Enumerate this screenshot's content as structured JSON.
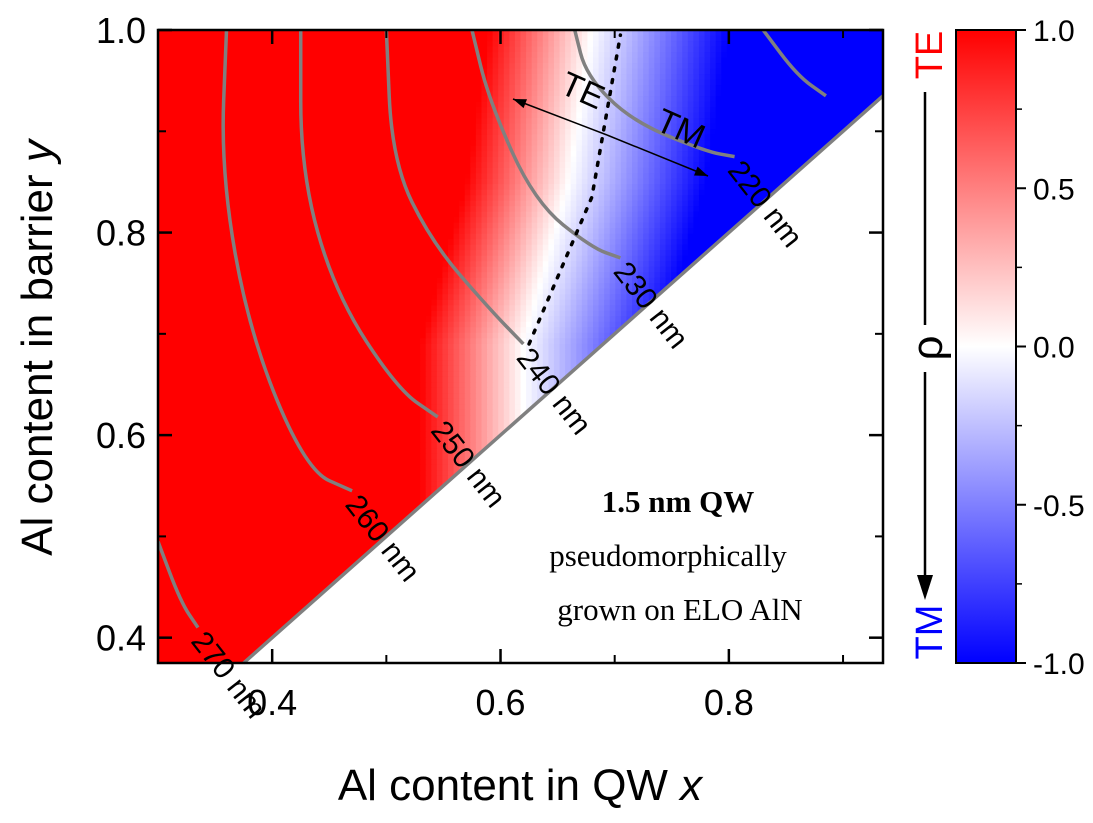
{
  "chart_data": {
    "type": "heatmap",
    "xlabel_main": "Al content in QW ",
    "xlabel_var": "x",
    "ylabel_main": "Al content in barrier ",
    "ylabel_var": "y",
    "xlim": [
      0.3,
      0.935
    ],
    "ylim": [
      0.375,
      1.0
    ],
    "xticks": [
      0.4,
      0.6,
      0.8
    ],
    "yticks": [
      0.4,
      0.6,
      0.8,
      1.0
    ],
    "xtick_labels": [
      "0.4",
      "0.6",
      "0.8"
    ],
    "ytick_labels": [
      "0.4",
      "0.6",
      "0.8",
      "1.0"
    ],
    "valid_region": "y >= x",
    "colorbar": {
      "label": "ρ",
      "top_label": "TE",
      "bottom_label": "TM",
      "range": [
        -1.0,
        1.0
      ],
      "ticks": [
        1.0,
        0.5,
        0.0,
        -0.5,
        -1.0
      ],
      "tick_labels": [
        "1.0",
        "0.5",
        "0.0",
        "-0.5",
        "-1.0"
      ],
      "colors": {
        "max": "#ff0000",
        "mid": "#ffffff",
        "min": "#0000ff"
      }
    },
    "rho_field": {
      "description_points": [
        {
          "x": 0.62,
          "y": 0.69,
          "rho": 0.0
        },
        {
          "x": 0.66,
          "y": 0.85,
          "rho": 0.0
        },
        {
          "x": 0.68,
          "y": 1.0,
          "rho": 0.0
        }
      ]
    },
    "contours": [
      {
        "label": "270 nm",
        "points": [
          [
            0.3,
            0.495
          ],
          [
            0.32,
            0.435
          ],
          [
            0.335,
            0.41
          ]
        ]
      },
      {
        "label": "260 nm",
        "points": [
          [
            0.36,
            1.0
          ],
          [
            0.355,
            0.86
          ],
          [
            0.38,
            0.7
          ],
          [
            0.43,
            0.565
          ],
          [
            0.47,
            0.545
          ]
        ]
      },
      {
        "label": "250 nm",
        "points": [
          [
            0.425,
            1.0
          ],
          [
            0.425,
            0.86
          ],
          [
            0.455,
            0.74
          ],
          [
            0.51,
            0.645
          ],
          [
            0.545,
            0.618
          ]
        ]
      },
      {
        "label": "240 nm",
        "points": [
          [
            0.5,
            1.0
          ],
          [
            0.505,
            0.87
          ],
          [
            0.54,
            0.79
          ],
          [
            0.59,
            0.725
          ],
          [
            0.62,
            0.69
          ]
        ]
      },
      {
        "label": "230 nm",
        "points": [
          [
            0.575,
            1.0
          ],
          [
            0.59,
            0.93
          ],
          [
            0.63,
            0.83
          ],
          [
            0.68,
            0.785
          ],
          [
            0.705,
            0.775
          ]
        ]
      },
      {
        "label": "220 nm",
        "points": [
          [
            0.665,
            1.0
          ],
          [
            0.675,
            0.955
          ],
          [
            0.715,
            0.91
          ],
          [
            0.78,
            0.88
          ],
          [
            0.805,
            0.875
          ]
        ]
      },
      {
        "label": "",
        "points": [
          [
            0.83,
            1.0
          ],
          [
            0.86,
            0.955
          ],
          [
            0.885,
            0.935
          ]
        ]
      }
    ],
    "contour_color": "#808080",
    "boundary_dotted": [
      [
        0.625,
        0.69
      ],
      [
        0.68,
        0.835
      ],
      [
        0.705,
        0.995
      ]
    ],
    "arrow_labels": {
      "left": "TE",
      "right": "TM"
    },
    "annotation": {
      "bold": "1.5 nm QW",
      "line1": "pseudomorphically",
      "line2": "grown on ELO AlN"
    }
  }
}
